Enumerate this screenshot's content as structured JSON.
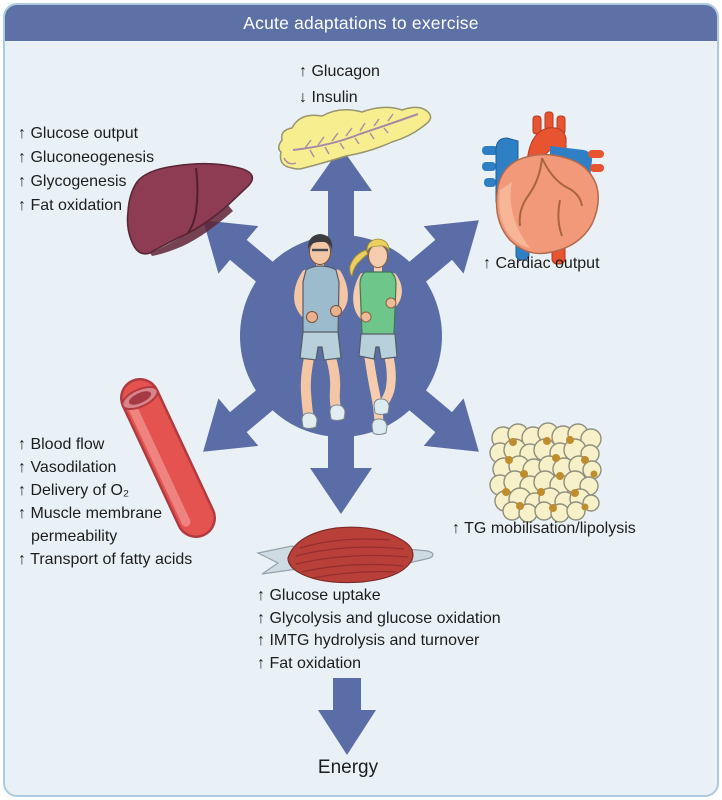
{
  "title": "Acute adaptations to exercise",
  "groups": {
    "pancreas": {
      "organ": "pancreas-icon",
      "lines": [
        "↑ Glucagon",
        "↓ Insulin"
      ]
    },
    "liver": {
      "organ": "liver-icon",
      "lines": [
        "↑ Glucose output",
        "↑ Gluconeogenesis",
        "↑ Glycogenesis",
        "↑ Fat oxidation"
      ]
    },
    "heart": {
      "organ": "heart-icon",
      "lines": [
        "↑ Cardiac output"
      ]
    },
    "vessel": {
      "organ": "blood-vessel-icon",
      "lines": [
        "↑ Blood flow",
        "↑ Vasodilation",
        "↑ Delivery of O₂",
        "↑ Muscle membrane permeability",
        "↑ Transport of fatty acids"
      ]
    },
    "adipose": {
      "organ": "adipose-tissue-icon",
      "lines": [
        "↑ TG mobilisation/lipolysis"
      ]
    },
    "muscle": {
      "organ": "skeletal-muscle-icon",
      "lines": [
        "↑ Glucose uptake",
        "↑ Glycolysis and glucose oxidation",
        "↑ IMTG hydrolysis and turnover",
        "↑ Fat oxidation"
      ]
    }
  },
  "hub": {
    "icon": "runners-icon"
  },
  "energy_label": "Energy",
  "colors": {
    "header_bg": "#5e71a6",
    "panel_bg": "#e9f1f6",
    "panel_border": "#aecbe0",
    "hub_blue": "#5b6da6",
    "text": "#1d1d1d",
    "liver": "#8d3c54",
    "pancreas": "#f6ee8f",
    "heart_body": "#f2997a",
    "heart_red": "#e85330",
    "heart_blue": "#2f7fc4",
    "vessel_red": "#e4534f",
    "adipose_cream": "#f7f0c9",
    "muscle_red": "#b84038"
  }
}
